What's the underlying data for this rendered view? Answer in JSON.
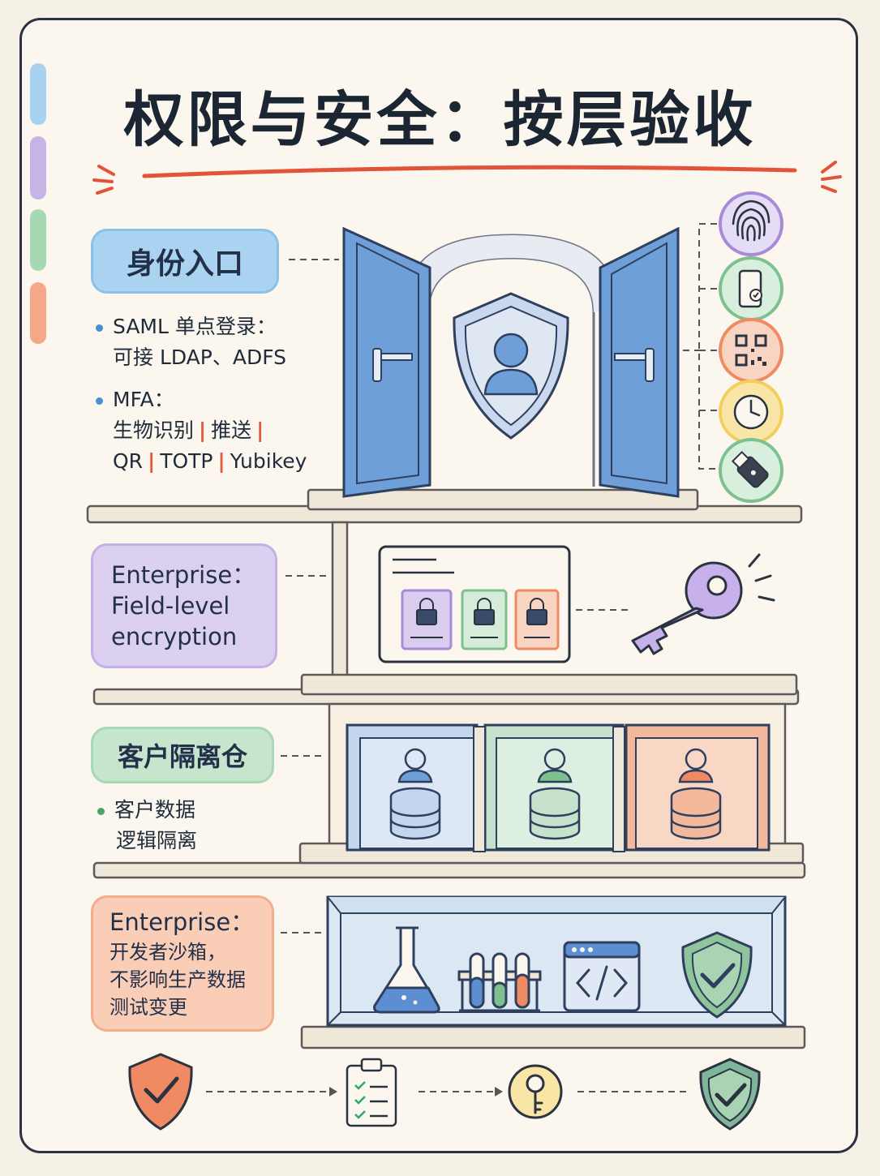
{
  "title": "权限与安全：按层验收",
  "colors": {
    "blue": "#5b8fd1",
    "purple": "#a78bd8",
    "green": "#7fc08f",
    "orange": "#ef8a62",
    "yellow": "#f2cf5c",
    "red_accent": "#e2533a"
  },
  "layers": {
    "identity": {
      "label": "身份入口",
      "saml_line1": "SAML 单点登录：",
      "saml_line2": "可接 LDAP、ADFS",
      "mfa_title": "MFA：",
      "mfa_items_1": [
        "生物识别",
        "推送"
      ],
      "mfa_items_2": [
        "QR",
        "TOTP",
        "Yubikey"
      ],
      "auth_icons": [
        "fingerprint-icon",
        "phone-icon",
        "qr-code-icon",
        "clock-icon",
        "usb-key-icon"
      ]
    },
    "encryption": {
      "label_line1": "Enterprise：",
      "label_line2": "Field-level",
      "label_line3": "encryption"
    },
    "isolation": {
      "label": "客户隔离仓",
      "desc_line1": "客户数据",
      "desc_line2": "逻辑隔离"
    },
    "sandbox": {
      "label_line1": "Enterprise：",
      "label_line2": "开发者沙箱，",
      "label_line3": "不影响生产数据",
      "label_line4": "测试变更"
    }
  },
  "flow_icons": [
    "shield-check-icon",
    "clipboard-checklist-icon",
    "key-icon",
    "shield-check-icon"
  ]
}
